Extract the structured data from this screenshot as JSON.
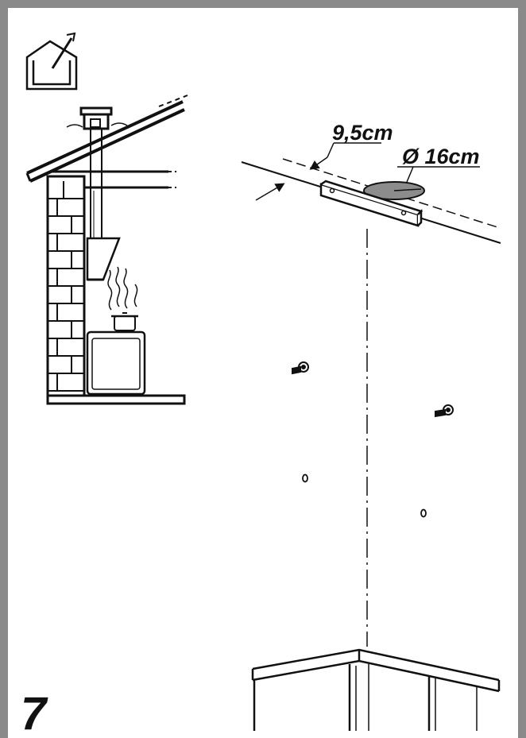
{
  "labels": {
    "offset": "9,5cm",
    "diameter": "Ø 16cm"
  },
  "step_number": "7",
  "icons": {
    "install_context": "house-with-tools-icon",
    "screw": "screw-icon",
    "wall_hole": "wall-hole-icon",
    "steam": "steam-icon"
  },
  "colors": {
    "frame": "#8a8a8a",
    "line": "#111111",
    "duct_hole_fill": "#8c8c8c",
    "brick": "#ffffff"
  }
}
